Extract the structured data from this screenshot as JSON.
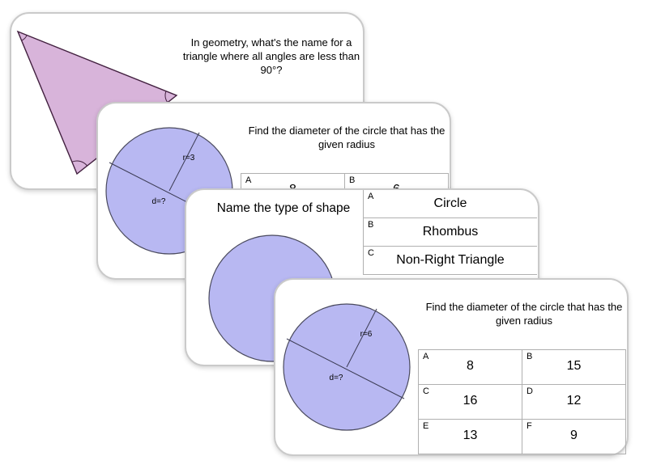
{
  "colors": {
    "card_border": "#cacaca",
    "table_border": "#b0b0b0",
    "circle_fill": "#b8b8f2",
    "circle_stroke": "#4a4a5e",
    "figure_line": "#3c3c55",
    "triangle_fill": "#d8b4da",
    "triangle_stroke": "#42203f",
    "text": "#000000"
  },
  "cards": [
    {
      "name": "acute-triangle-card",
      "question": "In geometry, what's the name for a triangle where all angles are less than 90°?",
      "figure": "acute-triangle-with-angle-arcs"
    },
    {
      "name": "diameter-card-r3",
      "question": "Find the diameter of the circle that has the given radius",
      "figure": "circle-with-radius-and-diameter",
      "radius_label": "r=3",
      "diameter_label": "d=?",
      "answers": [
        {
          "letter": "A",
          "value": "8"
        },
        {
          "letter": "B",
          "value": "6"
        }
      ]
    },
    {
      "name": "shape-type-card",
      "question": "Name the type of shape",
      "figure": "plain-circle",
      "answers": [
        {
          "letter": "A",
          "value": "Circle"
        },
        {
          "letter": "B",
          "value": "Rhombus"
        },
        {
          "letter": "C",
          "value": "Non-Right Triangle"
        }
      ]
    },
    {
      "name": "diameter-card-r6",
      "question": "Find the diameter of the circle that has the given radius",
      "figure": "circle-with-radius-and-diameter",
      "radius_label": "r=6",
      "diameter_label": "d=?",
      "answers": [
        {
          "letter": "A",
          "value": "8"
        },
        {
          "letter": "B",
          "value": "15"
        },
        {
          "letter": "C",
          "value": "16"
        },
        {
          "letter": "D",
          "value": "12"
        },
        {
          "letter": "E",
          "value": "13"
        },
        {
          "letter": "F",
          "value": "9"
        }
      ]
    }
  ]
}
